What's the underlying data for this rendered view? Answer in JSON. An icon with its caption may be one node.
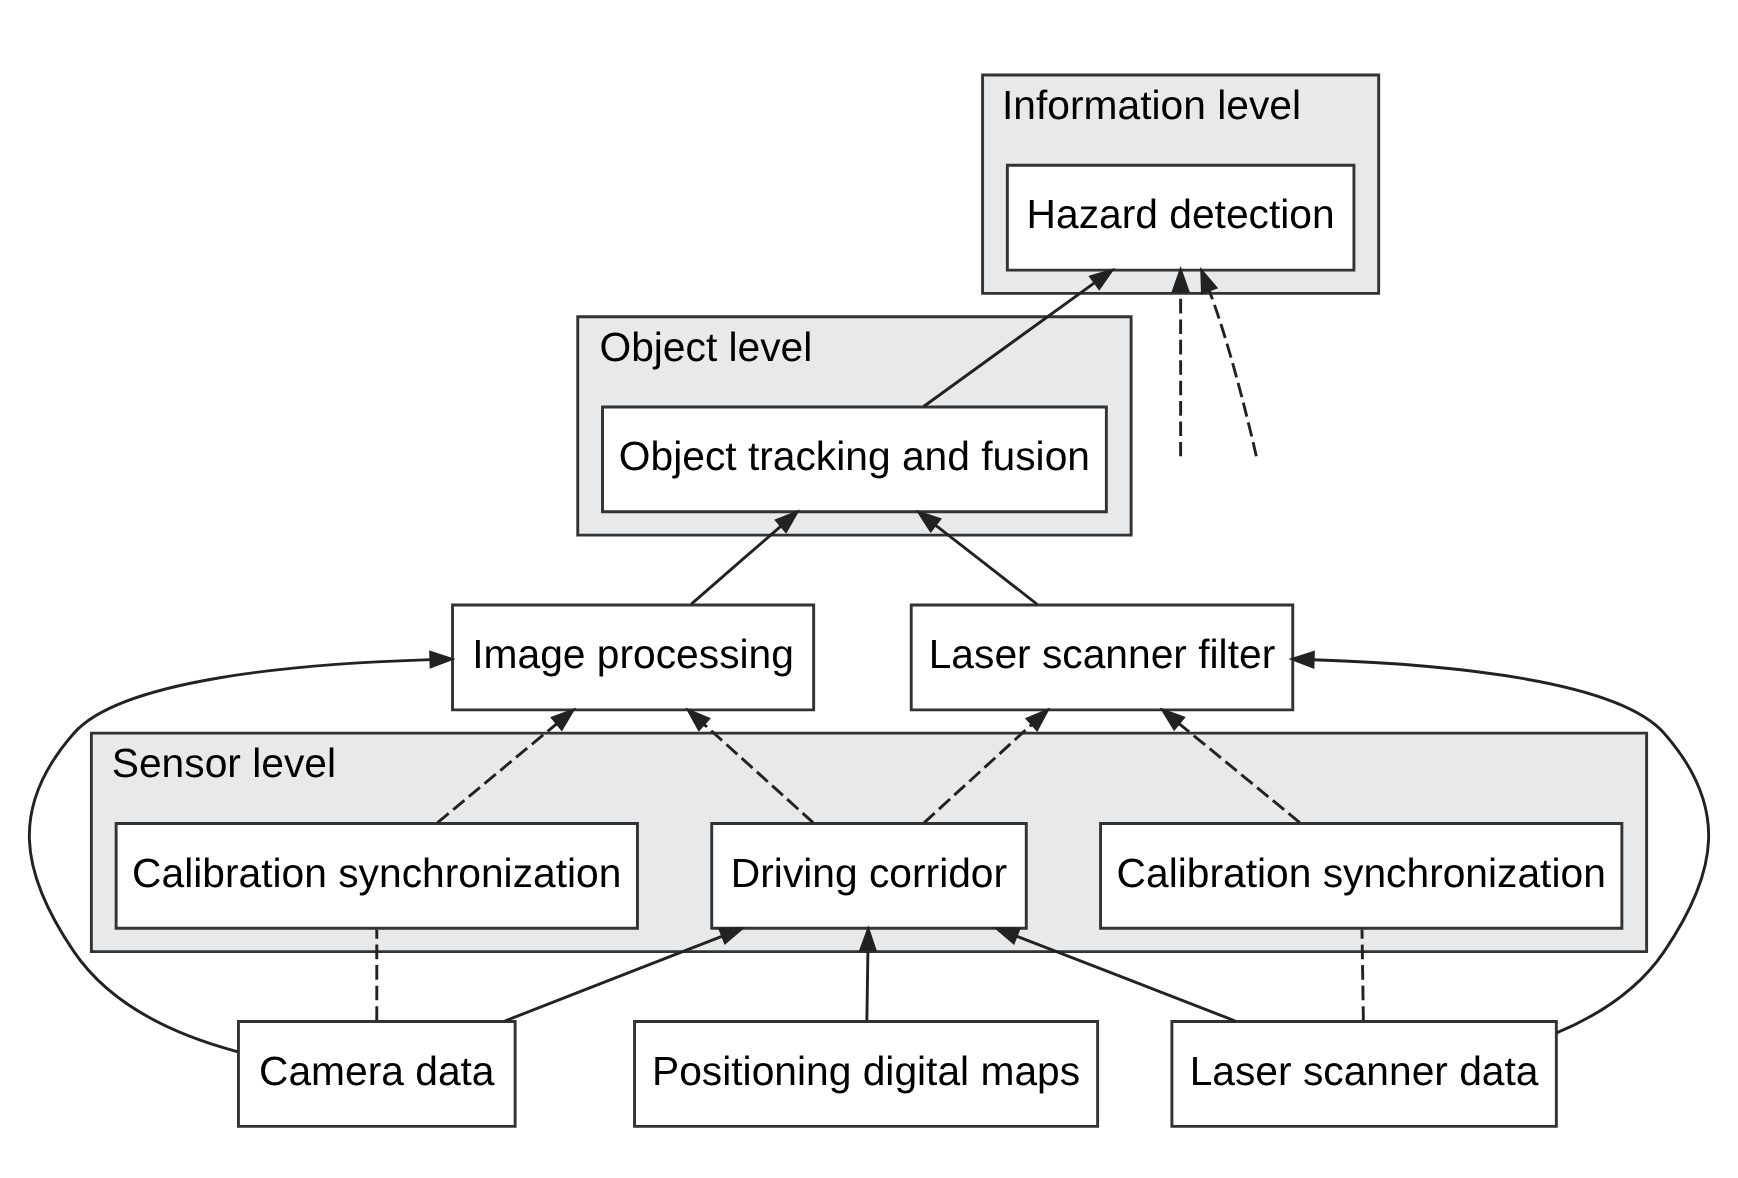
{
  "diagram": {
    "nodes": [
      {
        "text": [
          "Information level"
        ]
      },
      {
        "text": [
          "Hazard detection"
        ],
        "in": 0
      },
      {
        "text": [
          "Object level"
        ]
      },
      {
        "text": [
          "Object tracking and fusion"
        ],
        "in": 2
      },
      {
        "text": [
          "Sensor level"
        ]
      },
      {
        "text": [
          "Laser scanner filter"
        ]
      },
      {
        "text": [
          "Image processing"
        ]
      },
      {
        "text": [
          "Calibration synchronization"
        ],
        "in": 4
      },
      {
        "text": [
          "Driving corridor"
        ],
        "in": 4
      },
      {
        "text": [
          "Calibration synchronization"
        ],
        "in": 4
      },
      {
        "text": [
          "Laser scanner data"
        ]
      },
      {
        "text": [
          "Positioning digital maps"
        ]
      },
      {
        "text": [
          "Camera data"
        ]
      }
    ],
    "edges": [
      {
        "from": null,
        "to": 1,
        "arrow": "to",
        "style": "dashed"
      },
      {
        "from": 3,
        "to": 1,
        "arrow": "to"
      },
      {
        "from": null,
        "to": 1,
        "arrow": "to",
        "style": "dashed"
      },
      {
        "from": 5,
        "to": 3,
        "arrow": "to"
      },
      {
        "from": 6,
        "to": 3,
        "arrow": "to"
      },
      {
        "from": 8,
        "to": 5,
        "arrow": "to",
        "style": "dashed"
      },
      {
        "from": 8,
        "to": 6,
        "arrow": "to",
        "style": "dashed"
      },
      {
        "from": 7,
        "to": 5,
        "arrow": "to",
        "style": "dashed"
      },
      {
        "from": 10,
        "to": 5,
        "arrow": "to"
      },
      {
        "from": 12,
        "to": 6,
        "arrow": "to"
      },
      {
        "from": 9,
        "to": 6,
        "arrow": "to",
        "style": "dashed"
      },
      {
        "from": 10,
        "to": 8,
        "arrow": "to"
      },
      {
        "from": 11,
        "to": 8,
        "arrow": "to"
      },
      {
        "from": 12,
        "to": 8,
        "arrow": "to"
      },
      {
        "from": 10,
        "to": 7,
        "arrow": "none",
        "style": "dashed"
      },
      {
        "from": 12,
        "to": 9,
        "arrow": "none",
        "style": "dashed"
      }
    ]
  }
}
